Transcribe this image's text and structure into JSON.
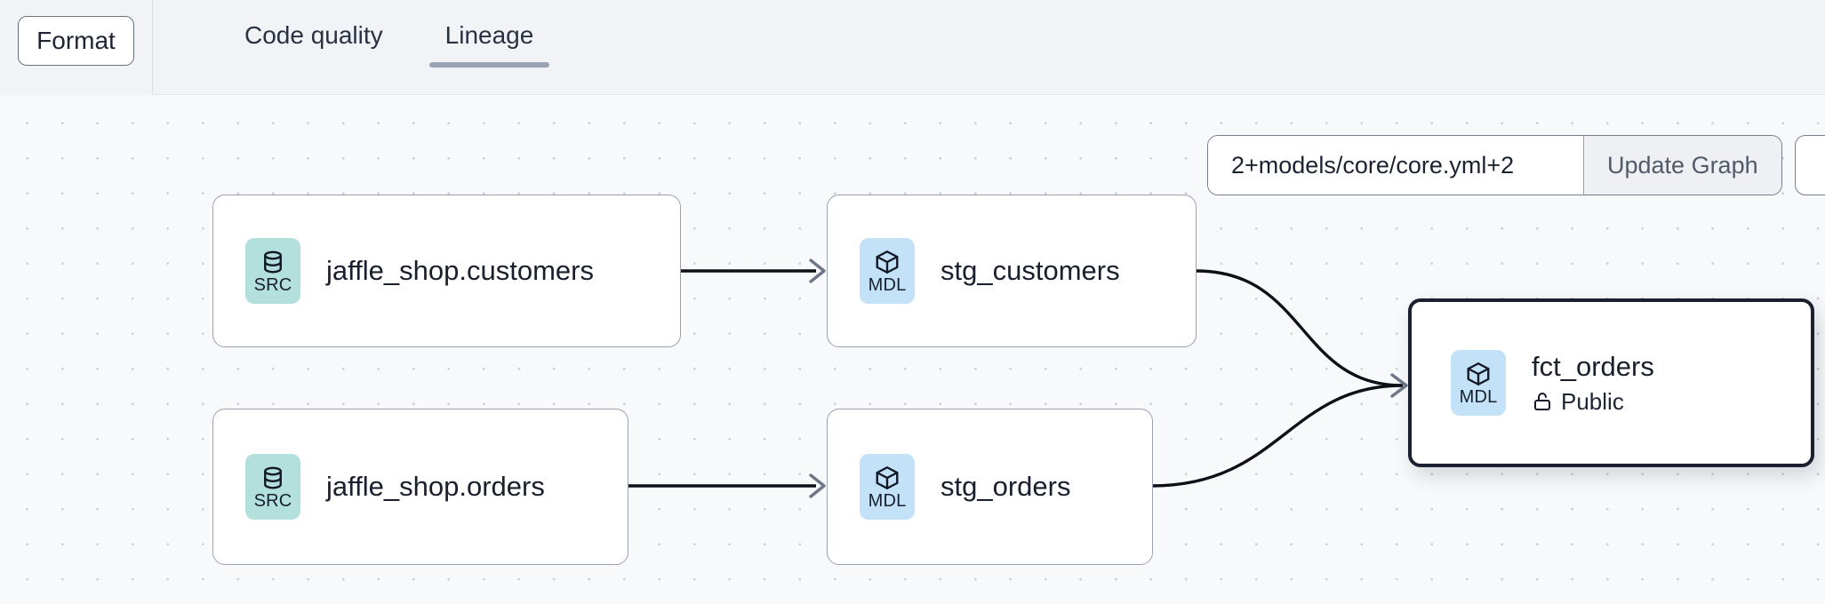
{
  "toolbar": {
    "format_label": "Format",
    "tabs": [
      {
        "label": "Code quality",
        "active": false
      },
      {
        "label": "Lineage",
        "active": true
      }
    ]
  },
  "graph_controls": {
    "selector_value": "2+models/core/core.yml+2",
    "selector_placeholder": "",
    "update_graph_label": "Update Graph"
  },
  "lineage": {
    "nodes": [
      {
        "id": "jaffle_shop_customers",
        "title": "jaffle_shop.customers",
        "badge_text": "SRC",
        "badge_kind": "src",
        "icon": "database-icon",
        "selected": false,
        "meta": null
      },
      {
        "id": "stg_customers",
        "title": "stg_customers",
        "badge_text": "MDL",
        "badge_kind": "mdl",
        "icon": "cube-icon",
        "selected": false,
        "meta": null
      },
      {
        "id": "jaffle_shop_orders",
        "title": "jaffle_shop.orders",
        "badge_text": "SRC",
        "badge_kind": "src",
        "icon": "database-icon",
        "selected": false,
        "meta": null
      },
      {
        "id": "stg_orders",
        "title": "stg_orders",
        "badge_text": "MDL",
        "badge_kind": "mdl",
        "icon": "cube-icon",
        "selected": false,
        "meta": null
      },
      {
        "id": "fct_orders",
        "title": "fct_orders",
        "badge_text": "MDL",
        "badge_kind": "mdl",
        "icon": "cube-icon",
        "selected": true,
        "meta": "Public",
        "meta_icon": "unlock-icon"
      }
    ],
    "edges": [
      {
        "from": "jaffle_shop_customers",
        "to": "stg_customers",
        "shape": "straight"
      },
      {
        "from": "jaffle_shop_orders",
        "to": "stg_orders",
        "shape": "straight"
      },
      {
        "from": "stg_customers",
        "to": "fct_orders",
        "shape": "curve"
      },
      {
        "from": "stg_orders",
        "to": "fct_orders",
        "shape": "curve"
      }
    ]
  },
  "colors": {
    "src_badge": "#b3dfdd",
    "mdl_badge": "#c3e1f7",
    "canvas_bg": "#f7f9fb",
    "topbar_bg": "#f1f3f6",
    "active_tab_underline": "#98a2b3",
    "node_border": "#9aa2b1",
    "selected_node_border": "#1b2130",
    "edge": "#0d1117"
  }
}
